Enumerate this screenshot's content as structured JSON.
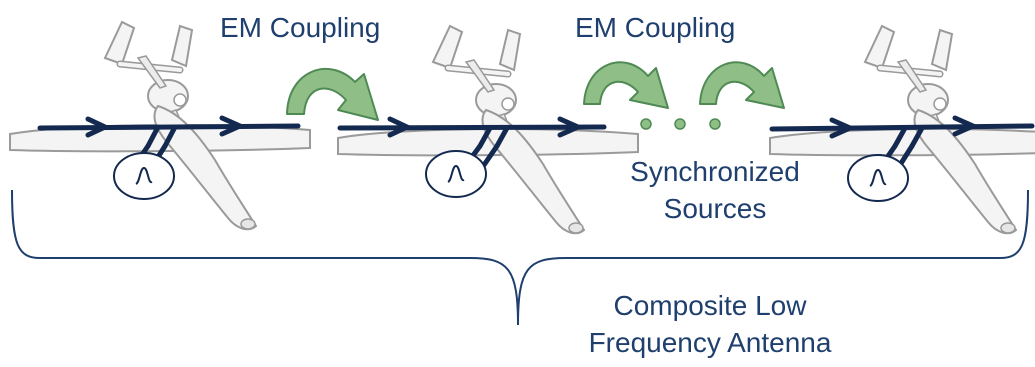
{
  "labels": {
    "coupling_1": "EM Coupling",
    "coupling_2": "EM Coupling",
    "sources_line1": "Synchronized",
    "sources_line2": "Sources",
    "composite_line1": "Composite Low",
    "composite_line2": "Frequency Antenna"
  },
  "icons": {
    "aircraft": "uav-icon",
    "source": "ac-source-icon",
    "coupling": "curved-arrow-icon",
    "current": "current-arrow-icon"
  },
  "colors": {
    "text": "#1f3f6e",
    "wire": "#13294f",
    "arrow_fill": "#8fbf86",
    "arrow_stroke": "#4f8a55",
    "dots": "#8fbf86",
    "brace": "#1f3f6e",
    "aircraft_fill": "#f4f4f4",
    "aircraft_stroke": "#9a9a9a"
  }
}
